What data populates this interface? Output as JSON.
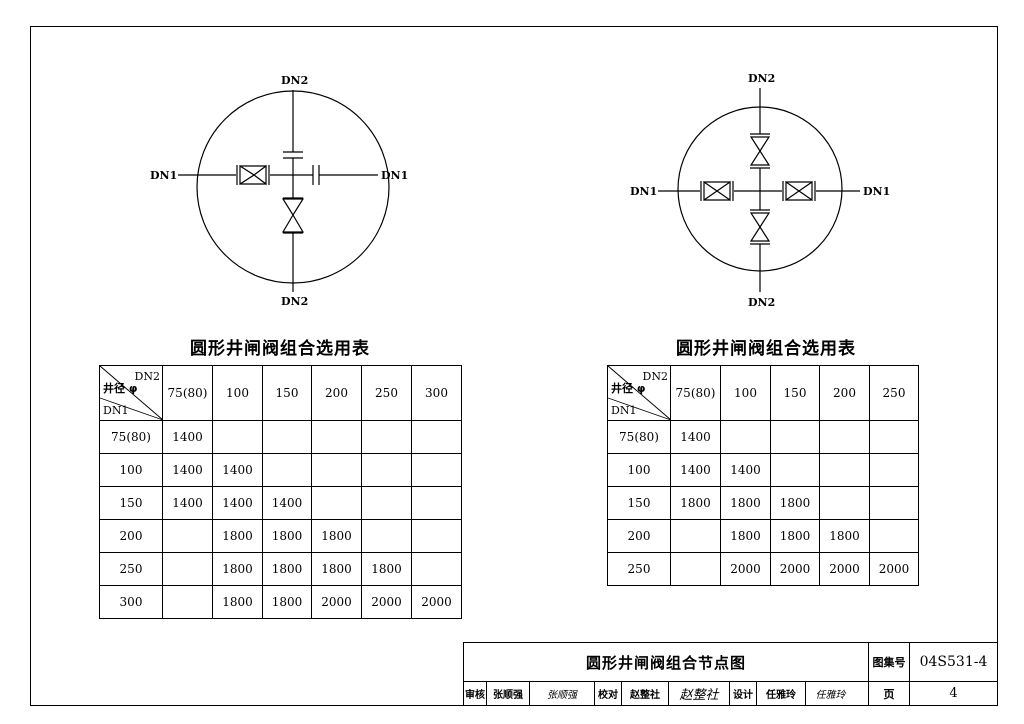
{
  "diagram_left": {
    "label_top": "DN2",
    "label_bottom": "DN2",
    "label_left": "DN1",
    "label_right": "DN1"
  },
  "diagram_right": {
    "label_top": "DN2",
    "label_bottom": "DN2",
    "label_left": "DN1",
    "label_right": "DN1"
  },
  "table_left": {
    "title": "圆形井闸阀组合选用表",
    "corner": {
      "top_right": "DN2",
      "middle": "井径 φ",
      "bottom_left": "DN1"
    },
    "columns": [
      "75(80)",
      "100",
      "150",
      "200",
      "250",
      "300"
    ],
    "rows": [
      {
        "dn1": "75(80)",
        "cells": [
          "1400",
          "",
          "",
          "",
          "",
          ""
        ]
      },
      {
        "dn1": "100",
        "cells": [
          "1400",
          "1400",
          "",
          "",
          "",
          ""
        ]
      },
      {
        "dn1": "150",
        "cells": [
          "1400",
          "1400",
          "1400",
          "",
          "",
          ""
        ]
      },
      {
        "dn1": "200",
        "cells": [
          "",
          "1800",
          "1800",
          "1800",
          "",
          ""
        ]
      },
      {
        "dn1": "250",
        "cells": [
          "",
          "1800",
          "1800",
          "1800",
          "1800",
          ""
        ]
      },
      {
        "dn1": "300",
        "cells": [
          "",
          "1800",
          "1800",
          "2000",
          "2000",
          "2000"
        ]
      }
    ]
  },
  "table_right": {
    "title": "圆形井闸阀组合选用表",
    "corner": {
      "top_right": "DN2",
      "middle": "井径 φ",
      "bottom_left": "DN1"
    },
    "columns": [
      "75(80)",
      "100",
      "150",
      "200",
      "250"
    ],
    "rows": [
      {
        "dn1": "75(80)",
        "cells": [
          "1400",
          "",
          "",
          "",
          ""
        ]
      },
      {
        "dn1": "100",
        "cells": [
          "1400",
          "1400",
          "",
          "",
          ""
        ]
      },
      {
        "dn1": "150",
        "cells": [
          "1800",
          "1800",
          "1800",
          "",
          ""
        ]
      },
      {
        "dn1": "200",
        "cells": [
          "",
          "1800",
          "1800",
          "1800",
          ""
        ]
      },
      {
        "dn1": "250",
        "cells": [
          "",
          "2000",
          "2000",
          "2000",
          "2000"
        ]
      }
    ]
  },
  "title_block": {
    "drawing_title": "圆形井闸阀组合节点图",
    "atlas_label": "图集号",
    "atlas_number": "04S531-4",
    "review_label": "审核",
    "reviewer": "张顺强",
    "reviewer_sig": "张顺强",
    "check_label": "校对",
    "checker": "赵整社",
    "checker_sig": "赵整社",
    "design_label": "设计",
    "designer": "任雅玲",
    "designer_sig": "任雅玲",
    "page_label": "页",
    "page_number": "4"
  }
}
